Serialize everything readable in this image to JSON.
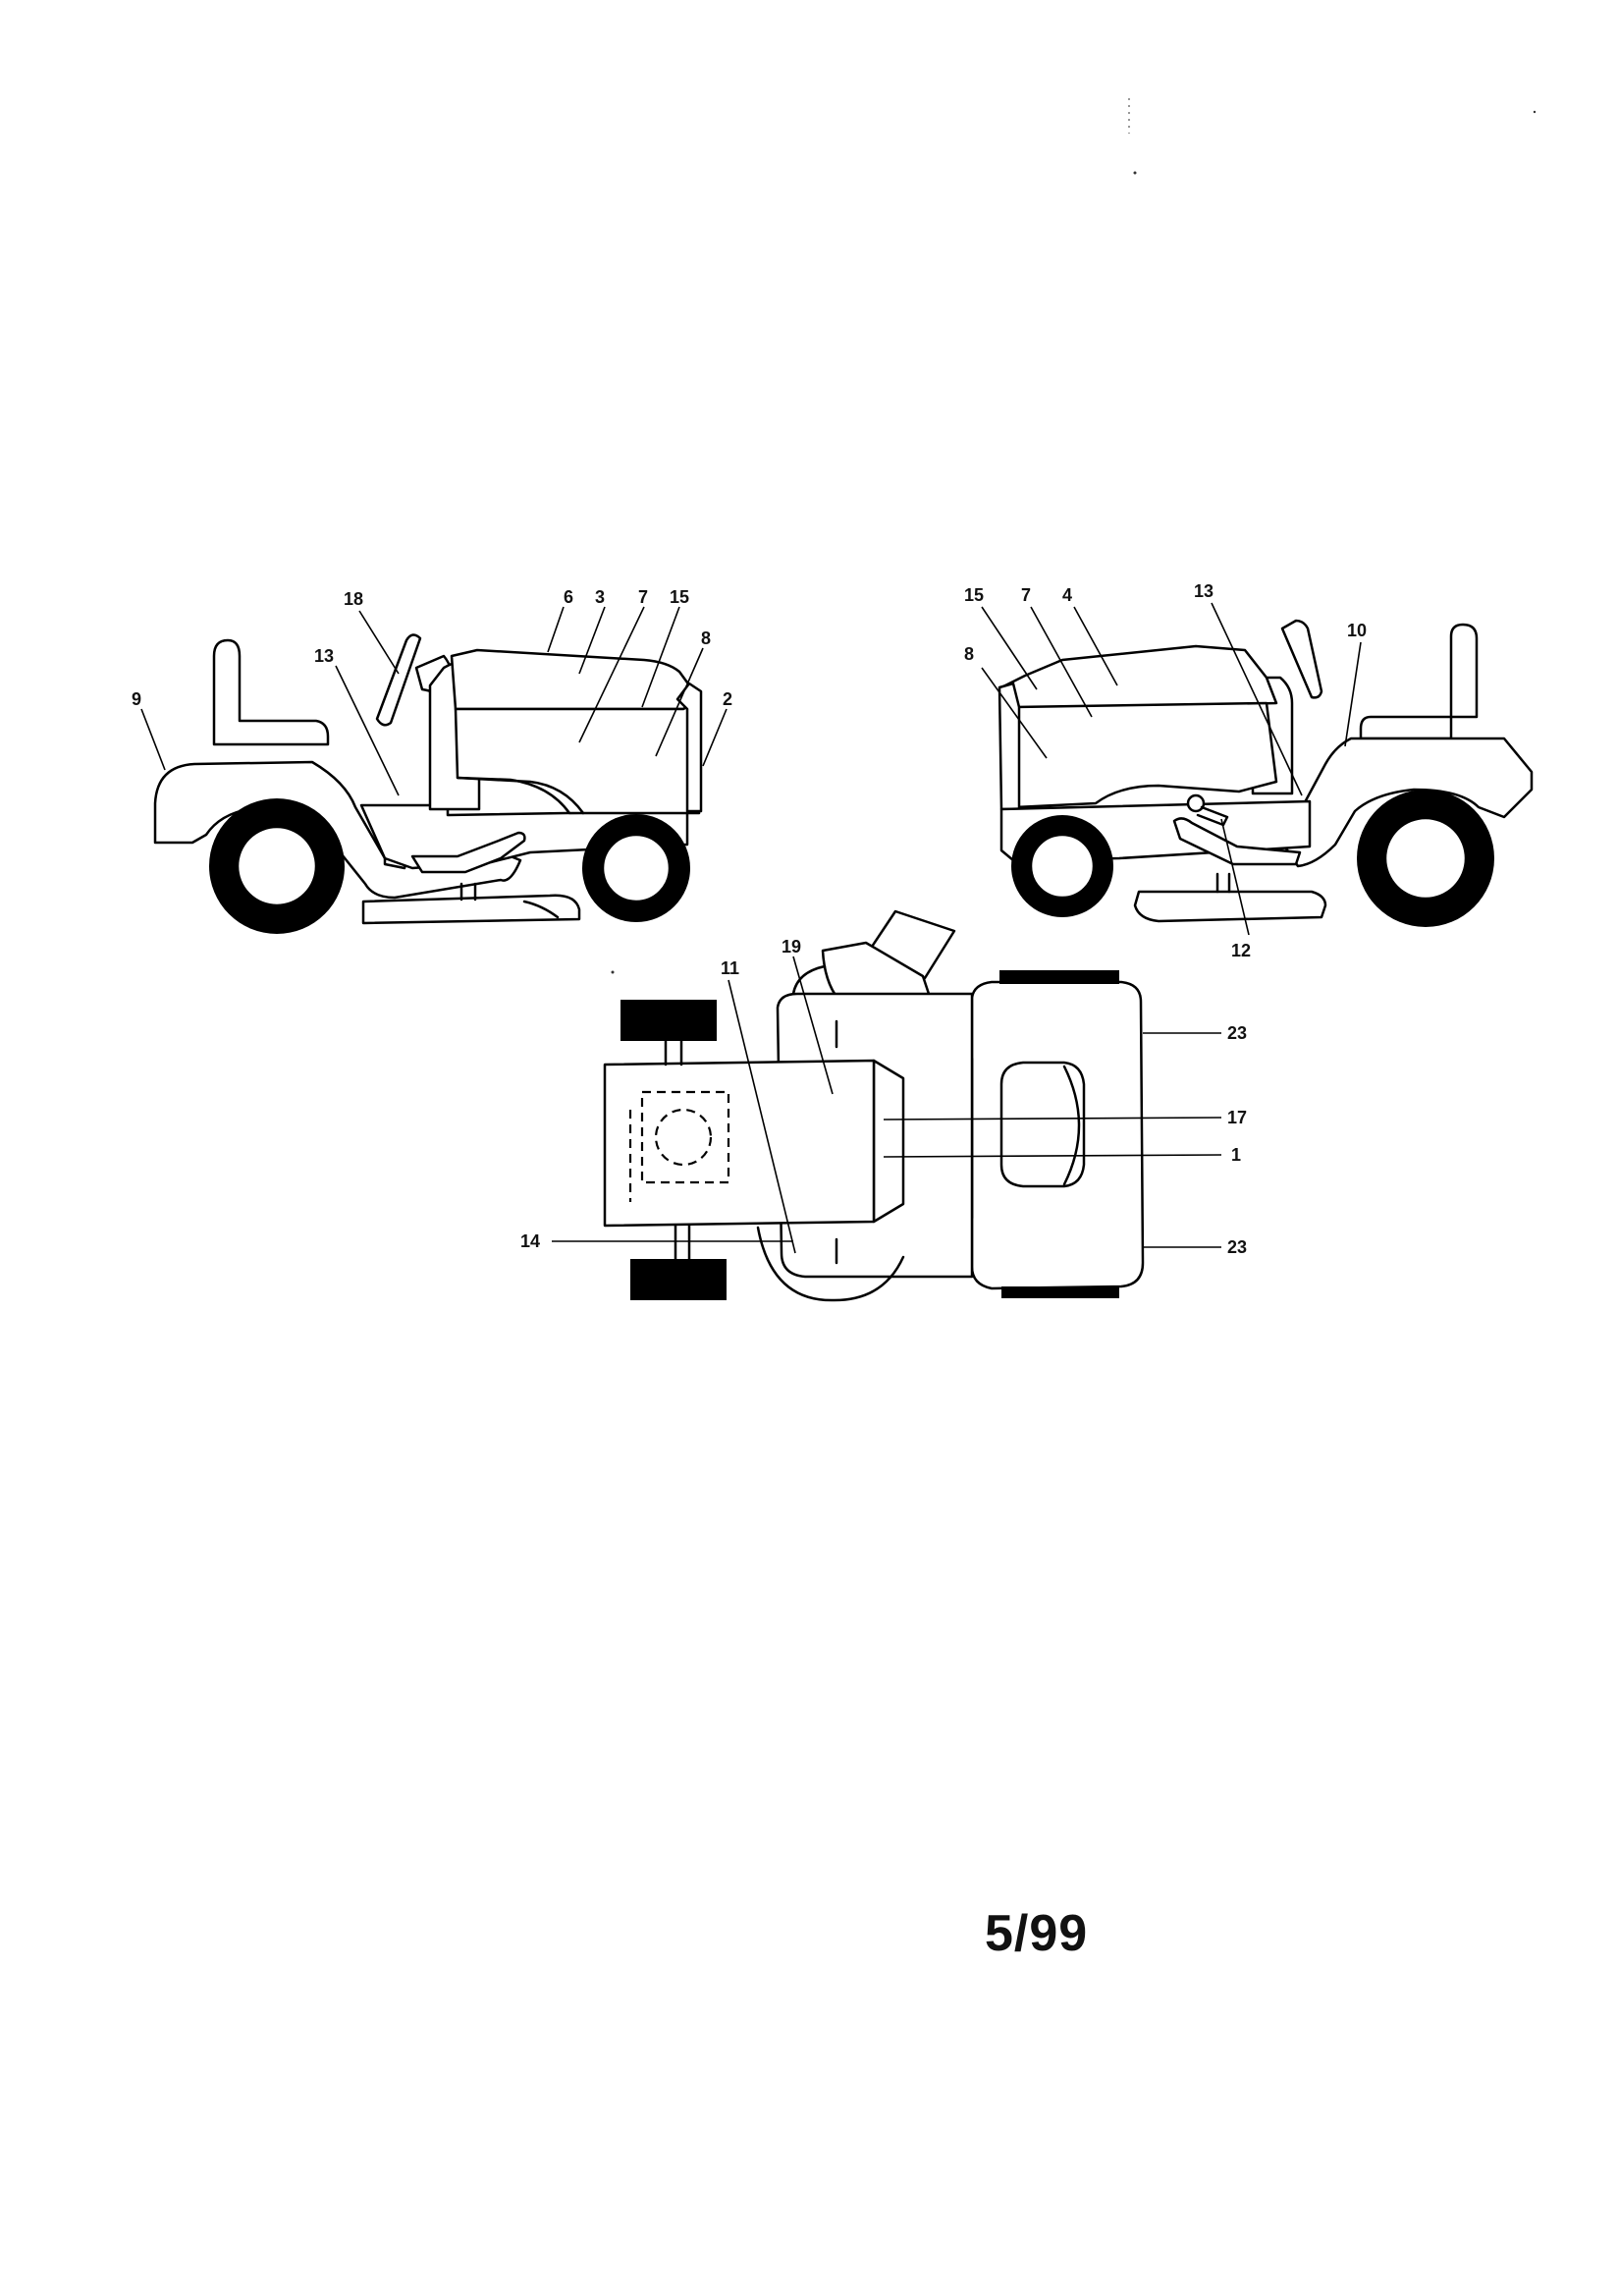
{
  "diagram": {
    "left_view": {
      "callouts": [
        "18",
        "6",
        "3",
        "7",
        "15",
        "8",
        "13",
        "9",
        "2"
      ]
    },
    "right_view": {
      "callouts": [
        "15",
        "7",
        "4",
        "13",
        "10",
        "8",
        "12"
      ]
    },
    "top_view": {
      "callouts": [
        "11",
        "19",
        "23",
        "17",
        "1",
        "14",
        "23"
      ]
    }
  },
  "page_number": "5/99"
}
